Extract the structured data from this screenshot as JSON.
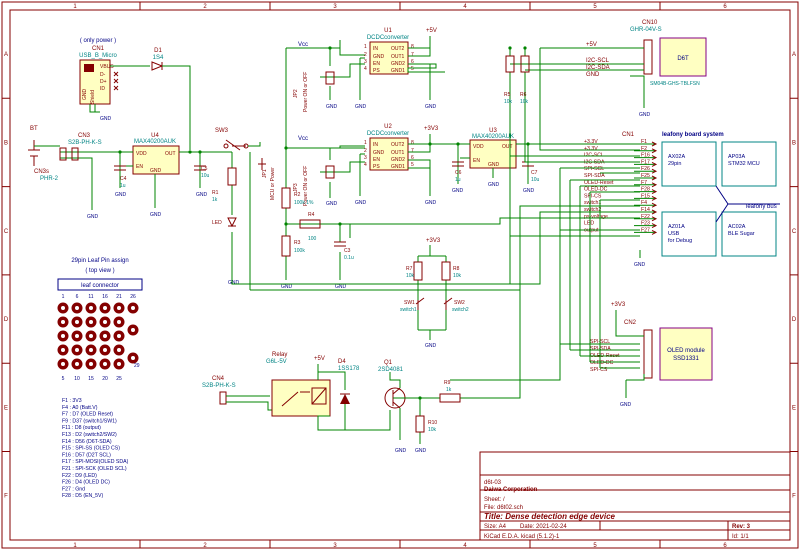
{
  "title_block": {
    "company_code": "d6t-03",
    "company": "Daiwa Corporation",
    "sheet": "Sheet: /",
    "file": "File: d6t02.sch",
    "title": "Title: Dense detection edge device",
    "size": "Size: A4",
    "date": "Date: 2021-02-24",
    "rev": "Rev: 3",
    "tool": "KiCad E.D.A.  kicad (5.1.2)-1",
    "id": "Id: 1/1"
  },
  "border": {
    "columns": [
      "1",
      "2",
      "3",
      "4",
      "5",
      "6"
    ],
    "rows": [
      "A",
      "B",
      "C",
      "D",
      "E",
      "F"
    ]
  },
  "power_labels": {
    "vcc": "Vcc",
    "v5": "+5V",
    "v3": "+3V3",
    "gnd": "GND"
  },
  "components": {
    "cn1": {
      "ref": "CN1",
      "value": "USB_B_Micro",
      "note": "( only power )",
      "pins": [
        "VBUS",
        "D-",
        "D+",
        "ID",
        "GND",
        "Shield"
      ]
    },
    "d1": {
      "ref": "D1",
      "value": "1S4"
    },
    "u4": {
      "ref": "U4",
      "value": "MAX40200AUK",
      "pins": [
        "VDD",
        "OUT",
        "EN",
        "GND"
      ]
    },
    "c4": {
      "ref": "C4",
      "value": "1u"
    },
    "c5": {
      "ref": "C5",
      "value": "10u"
    },
    "bt": {
      "ref": "BT"
    },
    "cn3": {
      "ref": "CN3",
      "value": "S2B-PH-K-S"
    },
    "cn3s": {
      "ref": "CN3s",
      "value": "PHR-2"
    },
    "sw3": {
      "ref": "SW3"
    },
    "r1": {
      "ref": "R1",
      "value": "1k"
    },
    "led": {
      "ref": "LED"
    },
    "jp1": {
      "ref": "JP1",
      "value": "MCU or Power"
    },
    "jp2": {
      "ref": "JP2",
      "value": "Power ON or OFF"
    },
    "jp3": {
      "ref": "JP3",
      "value": "Power ON or OFF"
    },
    "u1": {
      "ref": "U1",
      "value": "DCDCconverter",
      "pins_left": [
        "IN",
        "GND",
        "EN",
        "PS"
      ],
      "pins_right": [
        "OUT2",
        "OUT1",
        "GND2",
        "GND1"
      ],
      "nums_left": [
        "1",
        "2",
        "3",
        "4"
      ],
      "nums_right": [
        "8",
        "7",
        "6",
        "5"
      ]
    },
    "u2": {
      "ref": "U2",
      "value": "DCDCconverter",
      "pins_left": [
        "IN",
        "GND",
        "EN",
        "PS"
      ],
      "pins_right": [
        "OUT2",
        "OUT1",
        "GND2",
        "GND1"
      ],
      "nums_left": [
        "1",
        "2",
        "3",
        "4"
      ],
      "nums_right": [
        "8",
        "7",
        "6",
        "5"
      ]
    },
    "u3": {
      "ref": "U3",
      "value": "MAX40200AUK",
      "pins": [
        "VDD",
        "OUT",
        "EN",
        "GND"
      ]
    },
    "c6": {
      "ref": "C6",
      "value": "1u"
    },
    "c7": {
      "ref": "C7",
      "value": "10u"
    },
    "r2": {
      "ref": "R2",
      "value": "100k 1%"
    },
    "r3": {
      "ref": "R3",
      "value": "100k"
    },
    "r4": {
      "ref": "R4",
      "value": "100"
    },
    "c3": {
      "ref": "C3",
      "value": "0.1u"
    },
    "r5": {
      "ref": "R5",
      "value": "10k"
    },
    "r6": {
      "ref": "R6",
      "value": "10k"
    },
    "r7": {
      "ref": "R7",
      "value": "10k"
    },
    "r8": {
      "ref": "R8",
      "value": "10k"
    },
    "sw1": {
      "ref": "SW1",
      "value": "switch1"
    },
    "sw2": {
      "ref": "SW2",
      "value": "switch2"
    },
    "cn10": {
      "ref": "CN10",
      "value": "GHR-04V-S",
      "pin_labels": [
        "+5V",
        "I2C-SCL",
        "I2C-SDA",
        "GND"
      ],
      "sub": "SM04B-GHS-TBLFSN"
    },
    "d6t": {
      "label": "D6T"
    },
    "cn1b": {
      "ref": "CN1"
    },
    "cn2": {
      "ref": "CN2",
      "label": "OLED module",
      "value": "SSD1331"
    },
    "cn4": {
      "ref": "CN4",
      "value": "S2B-PH-K-S"
    },
    "relay": {
      "ref": "Relay",
      "value": "G6L-5V"
    },
    "d4": {
      "ref": "D4",
      "value": "1SS178"
    },
    "q1": {
      "ref": "Q1",
      "value": "2SD4081"
    },
    "r9": {
      "ref": "R9",
      "value": "1k"
    },
    "r10": {
      "ref": "R10",
      "value": "10k"
    }
  },
  "leafony_header": {
    "title": "leafony board system",
    "pin_labels": [
      "+3.3V",
      "+3.3V",
      "I2C-SCL",
      "I2C-SDA",
      "SPI-SCL",
      "SPI-SDA",
      "OLED-Reset",
      "OLED-DC",
      "SPI-CS",
      "switch1",
      "switch2",
      "ps-voltage",
      "LED",
      "output"
    ],
    "pin_numbers": [
      "F1",
      "F2",
      "F16",
      "F17",
      "F26",
      "F25",
      "F7",
      "F28",
      "F15",
      "F4",
      "F14",
      "F22",
      "F23",
      "F27"
    ]
  },
  "leafony_blocks": [
    {
      "line1": "AX02A",
      "line2": "29pin"
    },
    {
      "line1": "AP03A",
      "line2": "STM32 MCU"
    },
    {
      "line1": "AZ01A",
      "line2": "USB",
      "line3": "for Debug"
    },
    {
      "line1": "AC02A",
      "line2": "BLE Sugar"
    }
  ],
  "leafony_bus": "leafony bus",
  "oled_pins": [
    "SPI-SCL",
    "SPI-SDA",
    "OLED-Reset",
    "OLED-DC",
    "SPI-CS"
  ],
  "leaf_assign": {
    "title": "29pin Leaf Pin assign",
    "subtitle": "( top view )",
    "connector_label": "leaf connector",
    "top_numbers": [
      "1",
      "6",
      "11",
      "16",
      "21",
      "26"
    ],
    "bottom_numbers": [
      "5",
      "10",
      "15",
      "20",
      "25"
    ],
    "side_number": "29",
    "legend": [
      "F1  :  3V3",
      "F4  :  A0  (Batt.V)",
      "F7  :  D7  (OLED Reset)",
      "F9  :  D37 (switch1/SW1)",
      "F11 :  D8  (output)",
      "F13 :  D2  (switch2/SW2)",
      "F14 :  D56 (D6T-SDA)",
      "F15 :  SPI-SS  (OLED CS)",
      "F16 :  D57 (D2T SCL)",
      "F17 :  SPI-MOSI(OLED SDA)",
      "F21 :  SPI-SCK (OLED SCL)",
      "F22 :  D9  (LED)",
      "F26 :  D4  (OLED DC)",
      "F27 :  Gnd",
      "F28 :  D5  (EN_5V)"
    ]
  }
}
